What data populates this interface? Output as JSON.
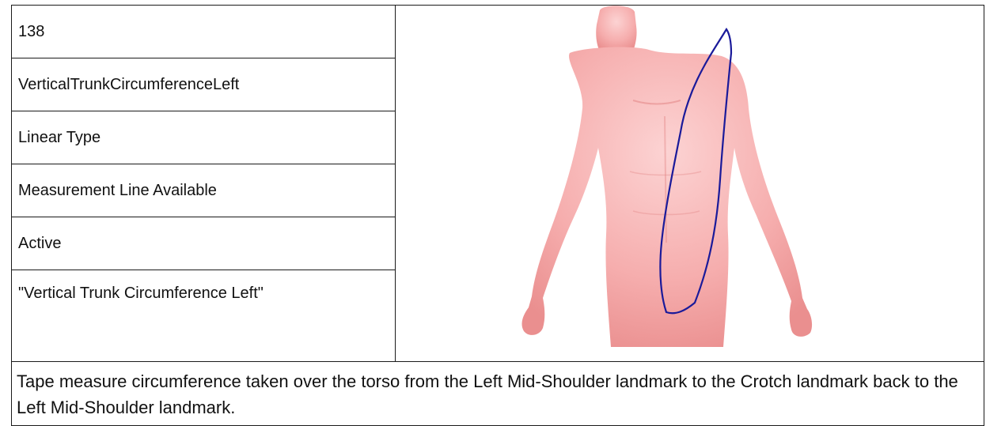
{
  "record": {
    "id": "138",
    "name": "VerticalTrunkCircumferenceLeft",
    "type": "Linear Type",
    "line_status": "Measurement Line Available",
    "status": "Active",
    "label": "\"Vertical Trunk Circumference Left\"",
    "description": "Tape measure circumference taken over the torso from the Left Mid-Shoulder landmark to the Crotch landmark back to the Left Mid-Shoulder landmark."
  },
  "figure": {
    "body_color": "#f4a4a4",
    "measurement_line_color": "#1a1a9a"
  }
}
